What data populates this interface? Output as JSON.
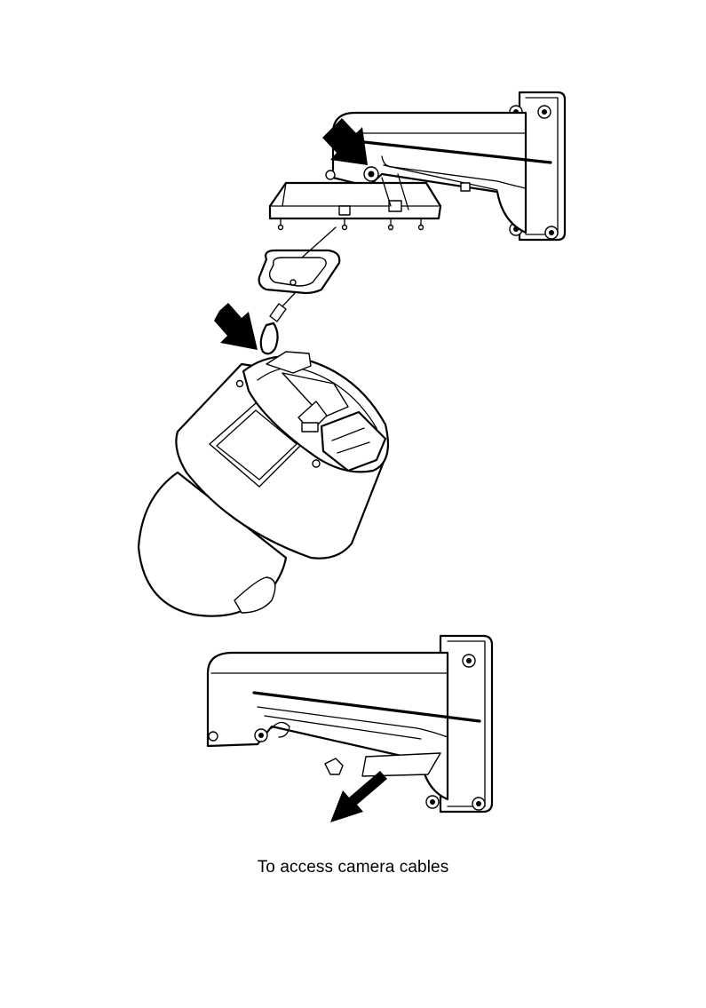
{
  "figure": {
    "caption": "To access camera cables",
    "colors": {
      "line": "#000000",
      "background": "#ffffff"
    },
    "callouts": [
      {
        "name": "arrow-icon",
        "points_to": "bracket-screw"
      },
      {
        "name": "arrow-icon",
        "points_to": "safety-lanyard-hook"
      },
      {
        "name": "arrow-icon",
        "points_to": "cable-access-cover"
      }
    ]
  }
}
